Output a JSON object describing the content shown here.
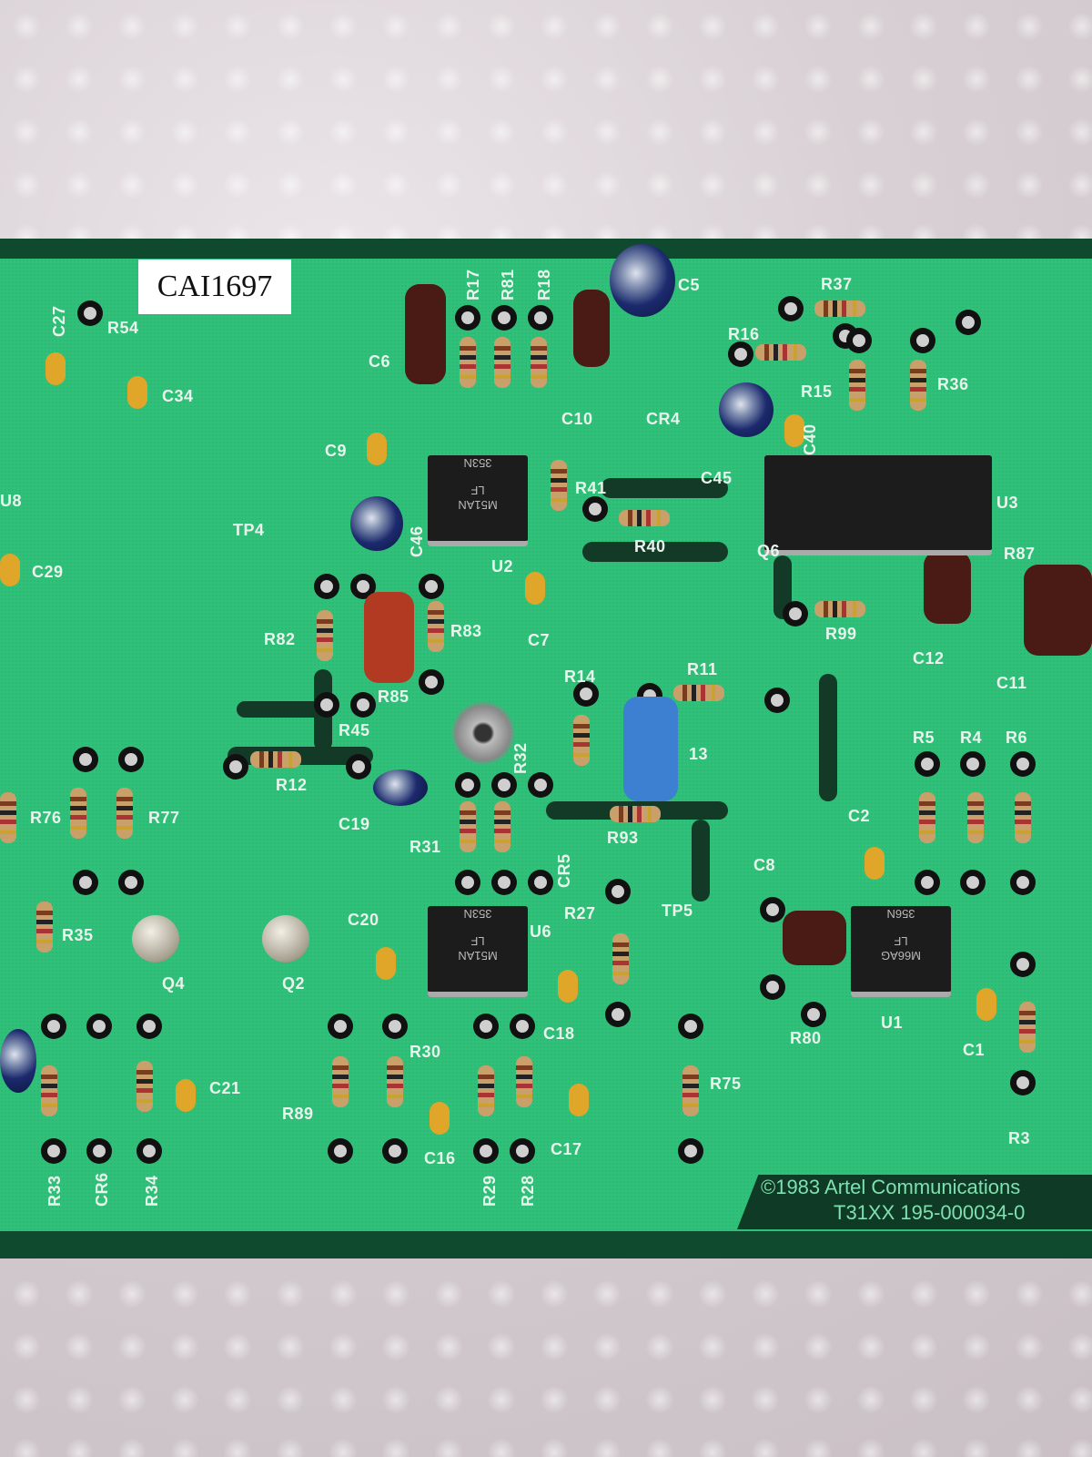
{
  "board": {
    "id_label": "CAI1697",
    "copyright": "©1983 Artel Communications",
    "part_number": "T31XX  195-000034-0"
  },
  "chips": [
    {
      "ref": "U2",
      "line1": "LF",
      "line2": "353N",
      "line3": "M51AN"
    },
    {
      "ref": "U6",
      "line1": "LF",
      "line2": "353N",
      "line3": "M51AN"
    },
    {
      "ref": "U1",
      "line1": "LF",
      "line2": "356N",
      "line3": "M66AG"
    }
  ],
  "labels": [
    "R54",
    "C27",
    "C34",
    "C9",
    "C6",
    "R17",
    "R81",
    "R18",
    "C5",
    "C10",
    "CR4",
    "R37",
    "R16",
    "R15",
    "R36",
    "C40",
    "C45",
    "U8",
    "TP4",
    "C46",
    "R41",
    "U2",
    "R40",
    "Q6",
    "U3",
    "R87",
    "C29",
    "C7",
    "R99",
    "C12",
    "C11",
    "R82",
    "R83",
    "R85",
    "R45",
    "R14",
    "R11",
    "13",
    "R32",
    "R5",
    "R4",
    "R6",
    "R12",
    "C19",
    "R31",
    "CR5",
    "R93",
    "C2",
    "C8",
    "R76",
    "R77",
    "R35",
    "Q4",
    "Q2",
    "C20",
    "U6",
    "R27",
    "TP5",
    "U1",
    "R80",
    "C1",
    "C18",
    "R30",
    "R75",
    "C21",
    "R89",
    "C16",
    "C17",
    "R3",
    "R33",
    "CR6",
    "R34",
    "R29",
    "R28"
  ]
}
